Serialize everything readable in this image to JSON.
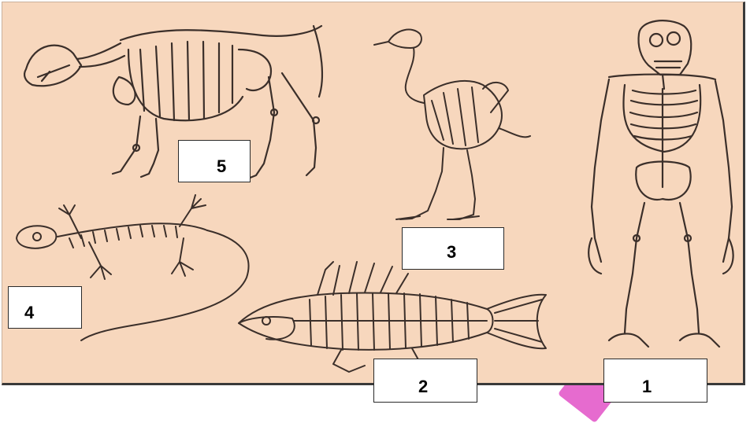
{
  "labels": {
    "one": "1",
    "two": "2",
    "three": "3",
    "four": "4",
    "five": "5"
  },
  "colors": {
    "panel_background": "#f7d7bd",
    "sketch_ink": "#3b2f2a",
    "accent_tab": "#e66bcf"
  },
  "figures": [
    "horse-skeleton",
    "bird-skeleton",
    "gorilla-skeleton",
    "lizard-skeleton",
    "fish-skeleton"
  ]
}
